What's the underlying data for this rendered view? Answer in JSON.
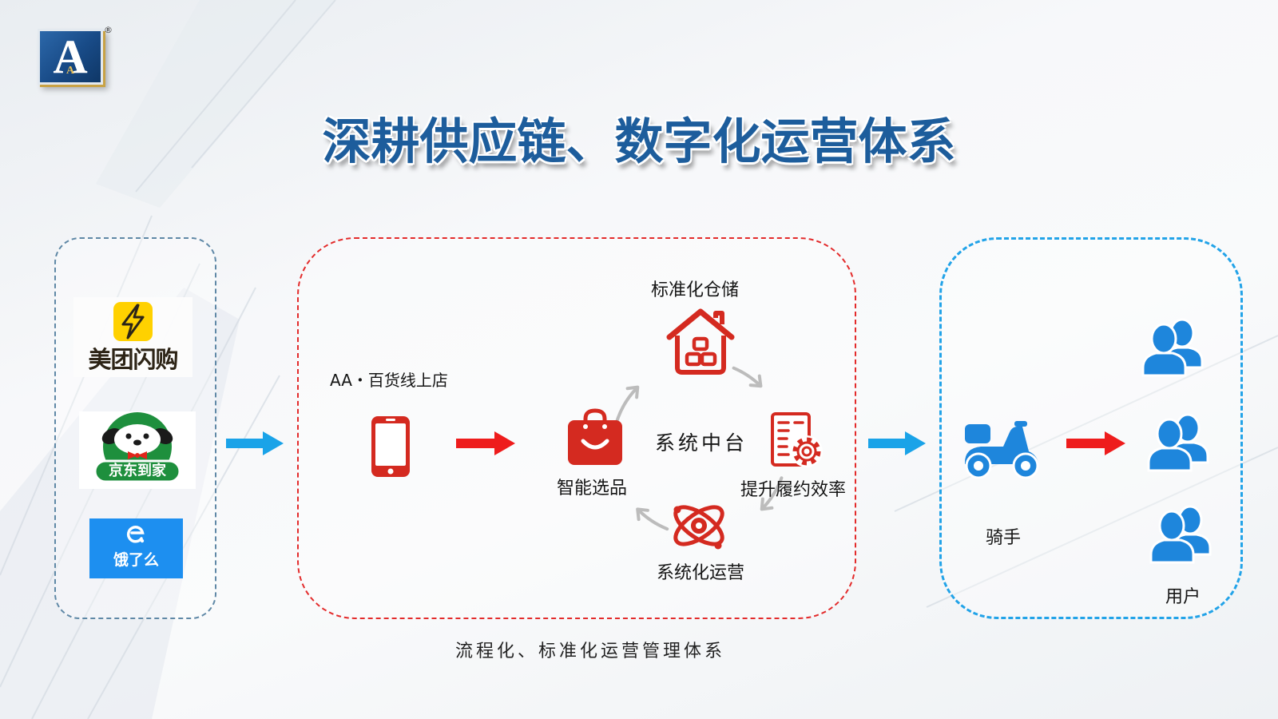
{
  "logo": {
    "letter": "A",
    "inner_letter": "A",
    "registered_mark": "®"
  },
  "title": "深耕供应链、数字化运营体系",
  "platforms": [
    {
      "name": "美团闪购",
      "icon": "meituan-lightning-icon",
      "color": "#ffd100"
    },
    {
      "name": "京东到家",
      "icon": "jd-joy-dog-icon",
      "color": "#1e8f3d"
    },
    {
      "name": "饿了么",
      "icon": "eleme-e-icon",
      "color": "#1d8ff0"
    }
  ],
  "store": {
    "label": "AA・百货线上店",
    "icon": "smartphone-icon"
  },
  "hub": {
    "center_label": "系统中台",
    "nodes": [
      {
        "label": "标准化仓储",
        "icon": "warehouse-house-icon"
      },
      {
        "label": "提升履约效率",
        "icon": "document-gear-icon"
      },
      {
        "label": "系统化运营",
        "icon": "atom-icon"
      },
      {
        "label": "智能选品",
        "icon": "shopping-bag-icon"
      }
    ]
  },
  "caption": "流程化、标准化运营管理体系",
  "delivery": {
    "rider": {
      "label": "骑手",
      "icon": "delivery-scooter-icon"
    },
    "users": {
      "label": "用户",
      "icons": [
        "users-icon",
        "users-icon",
        "users-icon"
      ]
    }
  },
  "colors": {
    "title": "#1d5d9c",
    "accent_red": "#d42a20",
    "arrow_red": "#ee1c1c",
    "arrow_blue": "#1aa3e8",
    "icon_blue": "#1e86dc",
    "frame_left": "#5f88a6",
    "frame_middle": "#e32b2b",
    "frame_right": "#22a3e8",
    "logo_trim": "#c8a245",
    "eleme_blue": "#1d8ff0",
    "cycle_gray": "#bcbcbc"
  }
}
